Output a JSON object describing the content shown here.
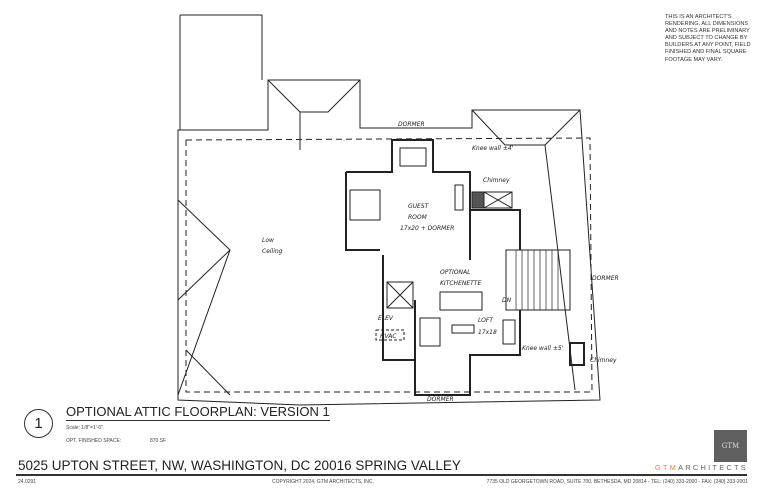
{
  "disclaimer": "THIS IS AN ARCHITECT'S RENDERING, ALL DIMENSIONS AND NOTES ARE PRELIMINARY AND SUBJECT TO CHANGE BY BUILDERS AT ANY POINT, FIELD FINISHED AND FINAL SQUARE FOOTAGE MAY VARY.",
  "plan_labels": {
    "dormer_top": "DORMER",
    "knee_wall_top": "Knee wall ±4'",
    "chimney_inner": "Chimney",
    "guest_room": "GUEST",
    "guest_room2": "ROOM",
    "guest_room_size": "17x20 + DORMER",
    "low_ceiling": "Low",
    "low_ceiling2": "Ceiling",
    "kitchenette": "OPTIONAL",
    "kitchenette2": "KITCHENETTE",
    "loft": "LOFT",
    "loft_size": "17x18",
    "dn": "DN",
    "elev": "ELEV",
    "hvac": "HVAC",
    "knee_wall_bottom": "Knee wall ±5'",
    "dormer_right": "DORMER",
    "chimney_right": "Chimney",
    "dormer_bottom": "DORMER"
  },
  "title_block": {
    "number": "1",
    "title": "OPTIONAL ATTIC FLOORPLAN: VERSION 1",
    "scale": "Scale: 1/8\"=1'-0\"",
    "space_label": "OPT. FINISHED SPACE:",
    "space_value": "870 SF",
    "address": "5025 UPTON STREET, NW, WASHINGTON, DC 20016   SPRING VALLEY",
    "job_number": "24.0291",
    "copyright": "COPYRIGHT 2024, GTM ARCHITECTS, INC.",
    "contact": "7735 OLD GEORGETOWN ROAD, SUITE 700, BETHESDA, MD 20814 - TEL: (240) 333-2000 - FAX: (240) 333-2001",
    "logo_text": "GTM",
    "brand_accent": "GTM",
    "brand_rest": "ARCHITECTS",
    "accent_color": "#e58a3a"
  }
}
